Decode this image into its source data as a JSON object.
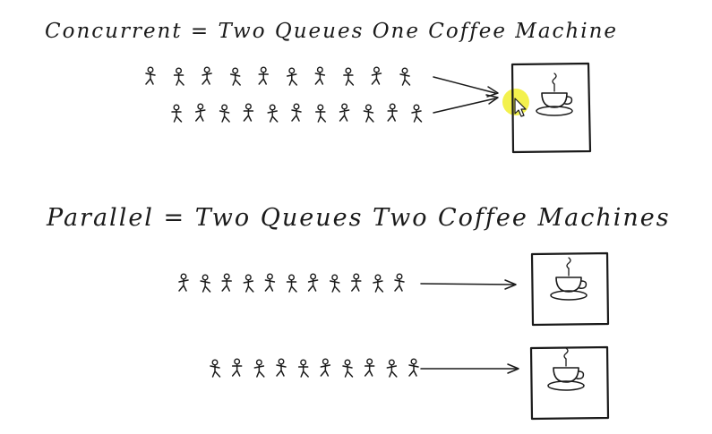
{
  "concurrent": {
    "title": "Concurrent = Two Queues One Coffee Machine",
    "queue_sizes": [
      10,
      11
    ],
    "machines": 1
  },
  "parallel": {
    "title": "Parallel = Two Queues Two Coffee Machines",
    "queue_sizes": [
      11,
      10
    ],
    "machines": 2
  },
  "icons": [
    "stick-figure-icon",
    "arrow-icon",
    "coffee-machine-icon",
    "coffee-cup-icon",
    "mouse-pointer-icon"
  ],
  "colors": {
    "ink": "#1a1a1a",
    "highlight": "#f2ef3a",
    "background": "#ffffff"
  }
}
